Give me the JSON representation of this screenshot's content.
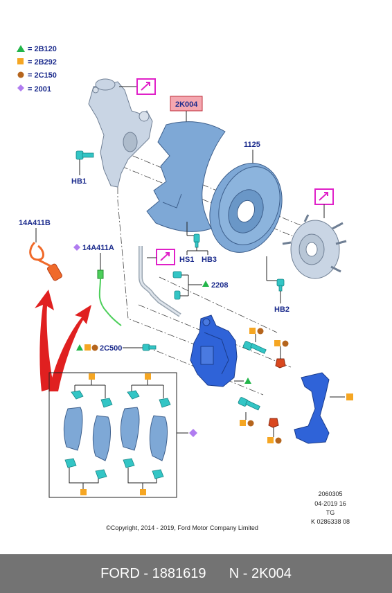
{
  "legend": [
    {
      "symbol": "triangle",
      "color": "#22b54a",
      "label": "= 2B120"
    },
    {
      "symbol": "square",
      "color": "#f5a623",
      "label": "= 2B292"
    },
    {
      "symbol": "circle",
      "color": "#b5651d",
      "label": "= 2C150"
    },
    {
      "symbol": "diamond",
      "color": "#b07cf0",
      "label": "= 2001"
    }
  ],
  "callouts": {
    "highlight": "2K004",
    "disc": "1125",
    "hb1": "HB1",
    "hs1": "HS1",
    "hb3": "HB3",
    "hb2": "HB2",
    "sensor_b": "14A411B",
    "sensor_a": "14A411A",
    "bleed": "2208",
    "caliper_bolt": "2C500"
  },
  "meta": {
    "code": "2060305",
    "date": "04-2019 16",
    "tg": "TG",
    "ref": "K 0286338 08",
    "copyright": "©Copyright, 2014 - 2019, Ford Motor Company Limited"
  },
  "footer": {
    "brand_part": "FORD - 1881619",
    "ref": "N - 2K004"
  },
  "colors": {
    "highlight_fill": "#f4a7b0",
    "highlight_border": "#c0303c",
    "callout_text": "#1a2a8c",
    "magenta": "#e020c8",
    "arrow_red": "#e02020",
    "footer_bg": "#737373"
  }
}
